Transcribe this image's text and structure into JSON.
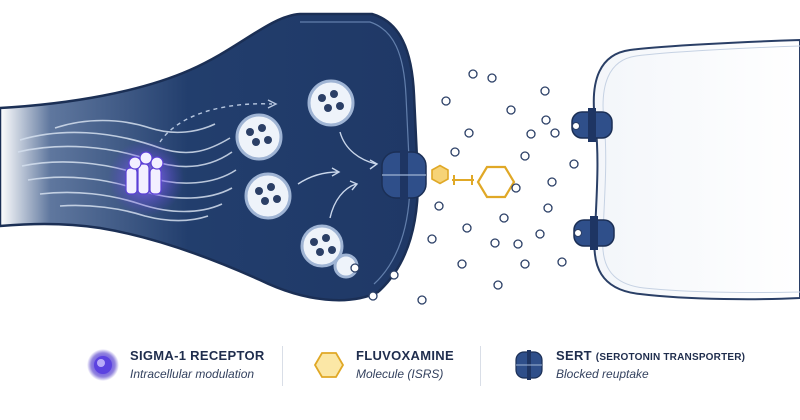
{
  "legend": {
    "sigma": {
      "title": "SIGMA-1 RECEPTOR",
      "subtitle": "Intracellular modulation"
    },
    "fluvoxamine": {
      "title": "FLUVOXAMINE",
      "subtitle": "Molecule (ISRS)"
    },
    "sert": {
      "title": "SERT",
      "title_detail": "(SEROTONIN TRANSPORTER)",
      "subtitle": "Blocked reuptake"
    }
  },
  "colors": {
    "neuron_fill": "#24406f",
    "neuron_outline": "#1b2f55",
    "transporter": "#2f4f8a",
    "fluvoxamine": "#e0a826",
    "sigma_glow": "#7a5cf0",
    "serotonin": "#2b3f66"
  },
  "icons": [
    "sigma-receptor-icon",
    "hexagon-icon",
    "transporter-icon"
  ]
}
